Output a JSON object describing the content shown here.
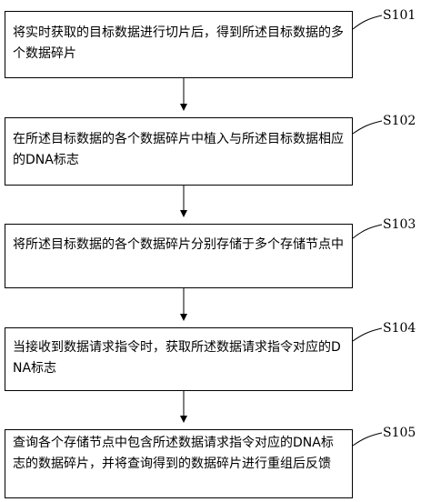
{
  "steps": [
    {
      "id": "S101",
      "text": "将实时获取的目标数据进行切片后，得到所述目标数据的多个数据碎片"
    },
    {
      "id": "S102",
      "text": "在所述目标数据的各个数据碎片中植入与所述目标数据相应的DNA标志"
    },
    {
      "id": "S103",
      "text": "将所述目标数据的各个数据碎片分别存储于多个存储节点中"
    },
    {
      "id": "S104",
      "text": "当接收到数据请求指令时，获取所述数据请求指令对应的DNA标志"
    },
    {
      "id": "S105",
      "text": "查询各个存储节点中包含所述数据请求指令对应的DNA标志的数据碎片，并将查询得到的数据碎片进行重组后反馈"
    }
  ],
  "colors": {
    "stroke": "#000000",
    "background": "#ffffff"
  }
}
